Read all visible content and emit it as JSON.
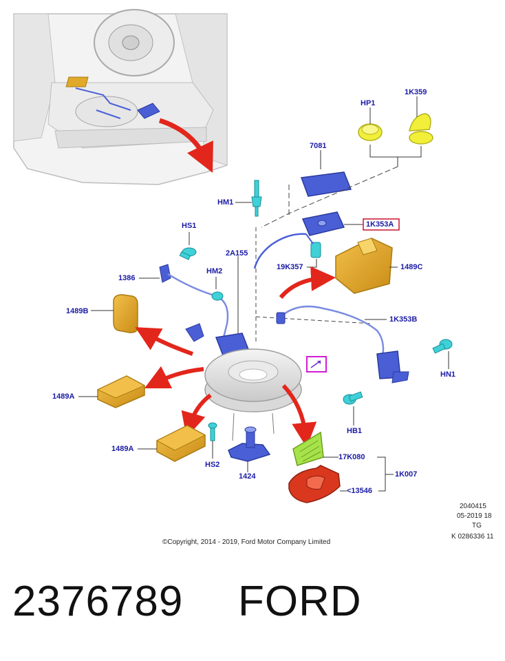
{
  "labels": {
    "hp1": "HP1",
    "k1k359": "1K359",
    "p7081": "7081",
    "hm1": "HM1",
    "k1k353a": "1K353A",
    "hs1": "HS1",
    "p2a155": "2A155",
    "p19k357": "19K357",
    "p1489c": "1489C",
    "p1386": "1386",
    "hm2": "HM2",
    "p1489b": "1489B",
    "k1k353b": "1K353B",
    "hn1": "HN1",
    "p1489a_1": "1489A",
    "hb1": "HB1",
    "p1489a_2": "1489A",
    "p17k080": "17K080",
    "k1k007": "1K007",
    "hs2": "HS2",
    "p1424": "1424",
    "p13546": "<13546"
  },
  "meta": {
    "line1": "2040415",
    "line2": "05-2019 18",
    "line3": "TG",
    "line4": "K 0286336 11"
  },
  "copyright": "©Copyright, 2014 - 2019, Ford Motor Company Limited",
  "bottom": {
    "code": "2376789",
    "brand": "FORD"
  },
  "colors": {
    "label": "#1a1aa6",
    "part_blue": "#4a5fd6",
    "part_cyan": "#3fd0d8",
    "part_yellow": "#f2ef3a",
    "part_orange": "#e0a92a",
    "part_red": "#d9381e",
    "part_green": "#a6e34a",
    "arrow_red": "#e3261b",
    "highlight_box": "#c8102e",
    "magenta_box": "#d21bd2"
  }
}
